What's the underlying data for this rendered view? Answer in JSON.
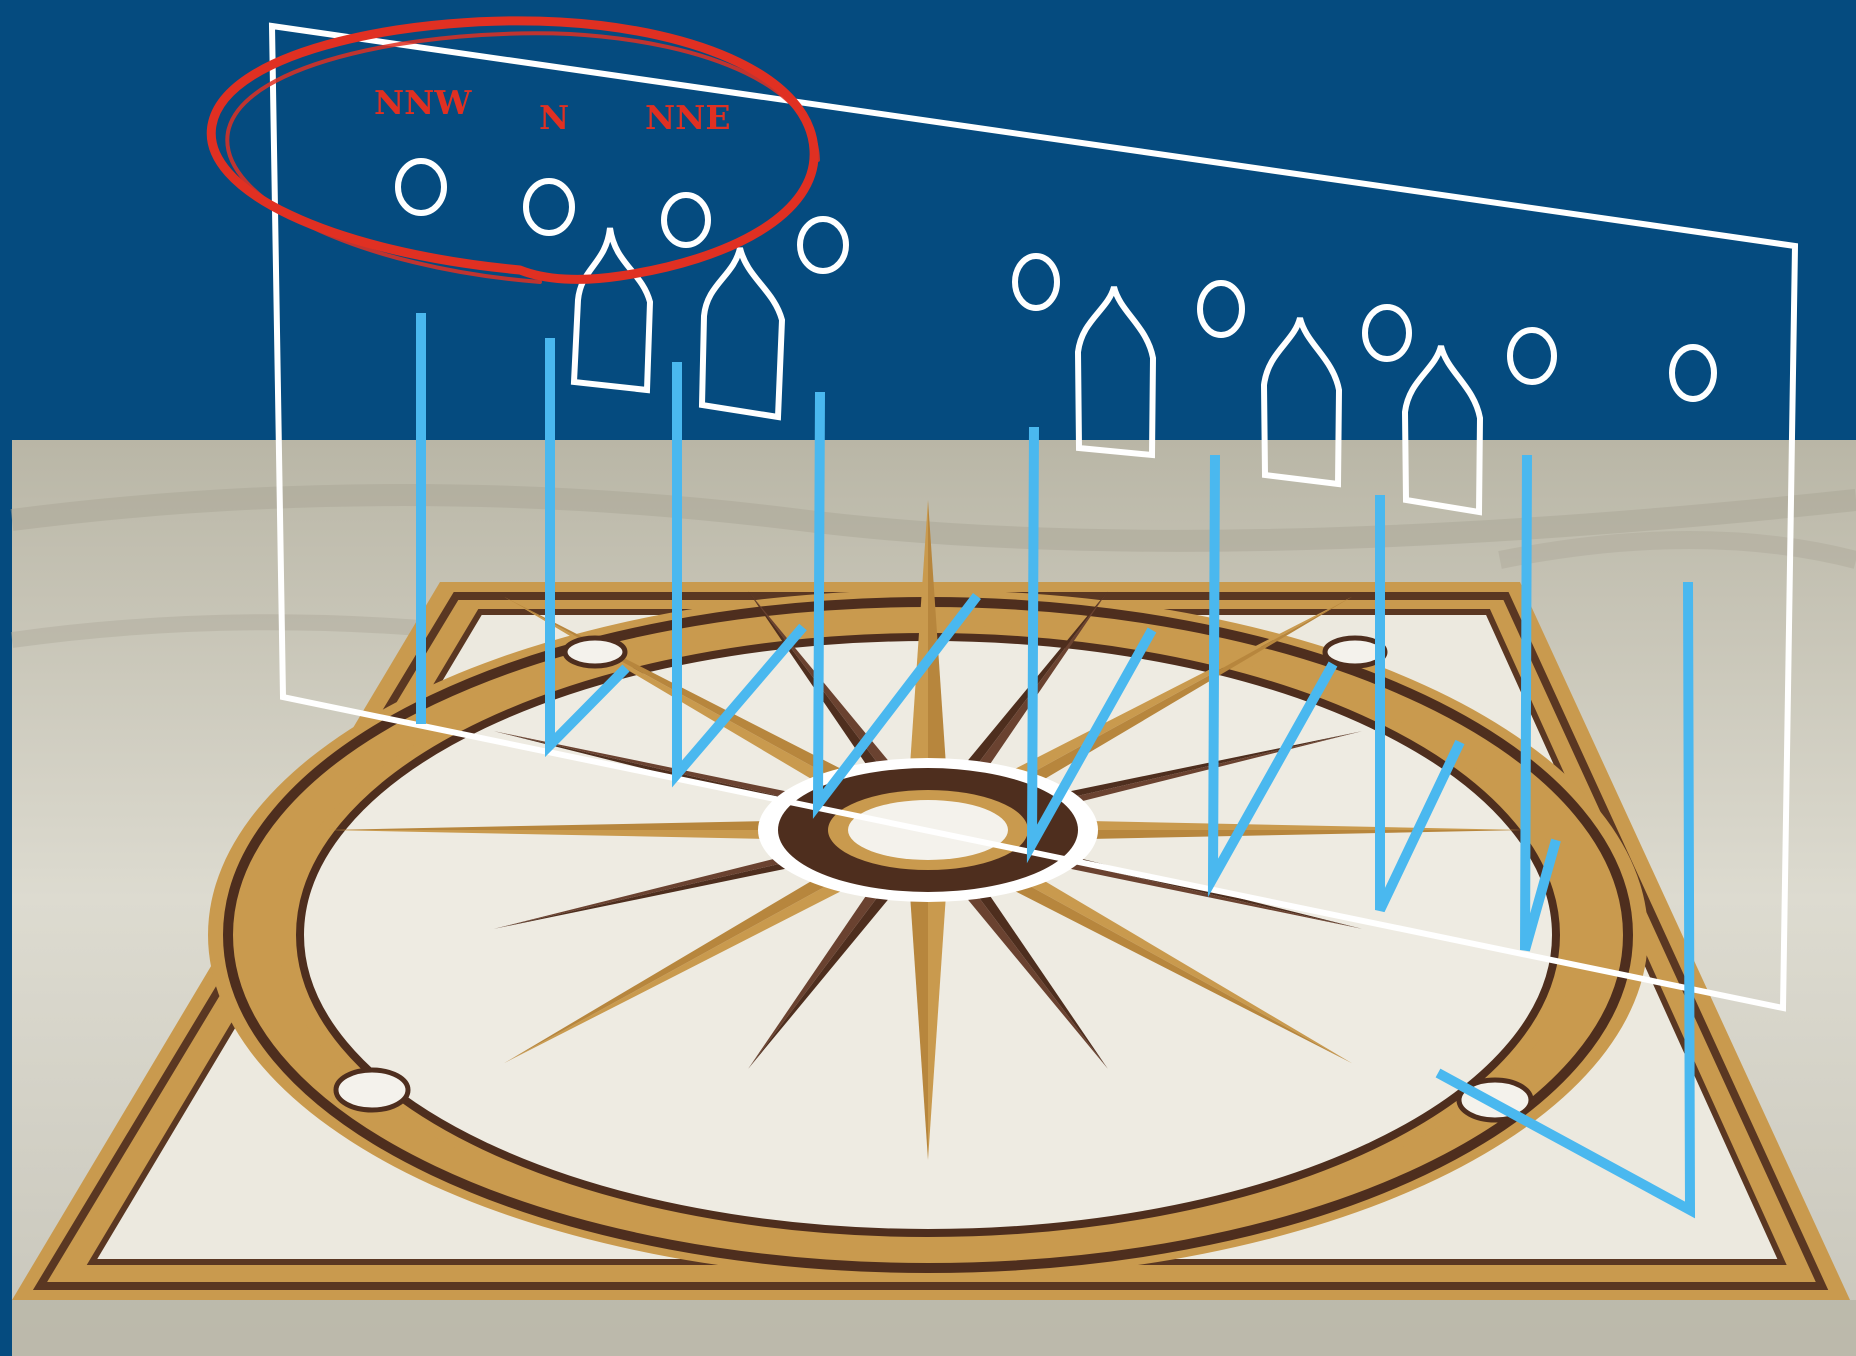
{
  "colors": {
    "background": "#054b7f",
    "marble": "#d6d3c6",
    "rose_tan": "#c99a4e",
    "rose_brown": "#4e2e1e",
    "frame": "#ffffff",
    "sight_lines": "#4ab8ef",
    "highlight": "#e03022"
  },
  "labels": {
    "nnw": "NNW",
    "n": "N",
    "nne": "NNE"
  },
  "icons": {
    "window_round": "circle-window-icon",
    "window_arched": "onion-arch-window-icon"
  }
}
